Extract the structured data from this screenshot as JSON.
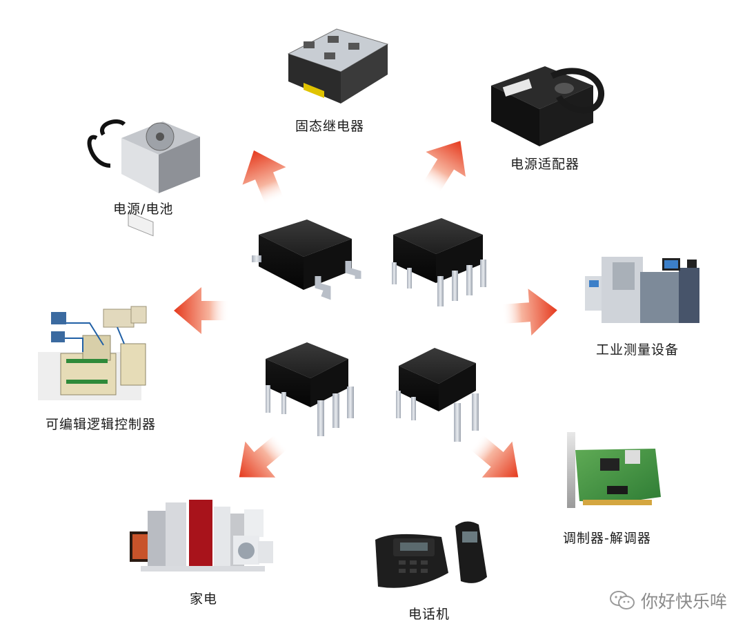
{
  "center": {
    "chips": [
      {
        "id": "chip-smd"
      },
      {
        "id": "chip-dip8"
      },
      {
        "id": "chip-dip6a"
      },
      {
        "id": "chip-dip6b"
      }
    ]
  },
  "applications": [
    {
      "key": "ssr",
      "label": "固态继电器",
      "icon": "solid-state-relay"
    },
    {
      "key": "adapter",
      "label": "电源适配器",
      "icon": "power-adapter"
    },
    {
      "key": "psu",
      "label": "电源/电池",
      "icon": "power-supply"
    },
    {
      "key": "plc",
      "label": "可编辑逻辑控制器",
      "icon": "plc-controller"
    },
    {
      "key": "meas",
      "label": "工业测量设备",
      "icon": "industrial-equipment"
    },
    {
      "key": "modem",
      "label": "调制器-解调器",
      "icon": "modem-card"
    },
    {
      "key": "phone",
      "label": "电话机",
      "icon": "telephone"
    },
    {
      "key": "home",
      "label": "家电",
      "icon": "home-appliances"
    }
  ],
  "watermark": {
    "text": "你好快乐哞",
    "icon": "wechat-icon"
  },
  "colors": {
    "arrow": "#e8452a",
    "arrow_light": "#fbd3c4",
    "chip": "#2a2a2a",
    "pin": "#c9ced6"
  }
}
